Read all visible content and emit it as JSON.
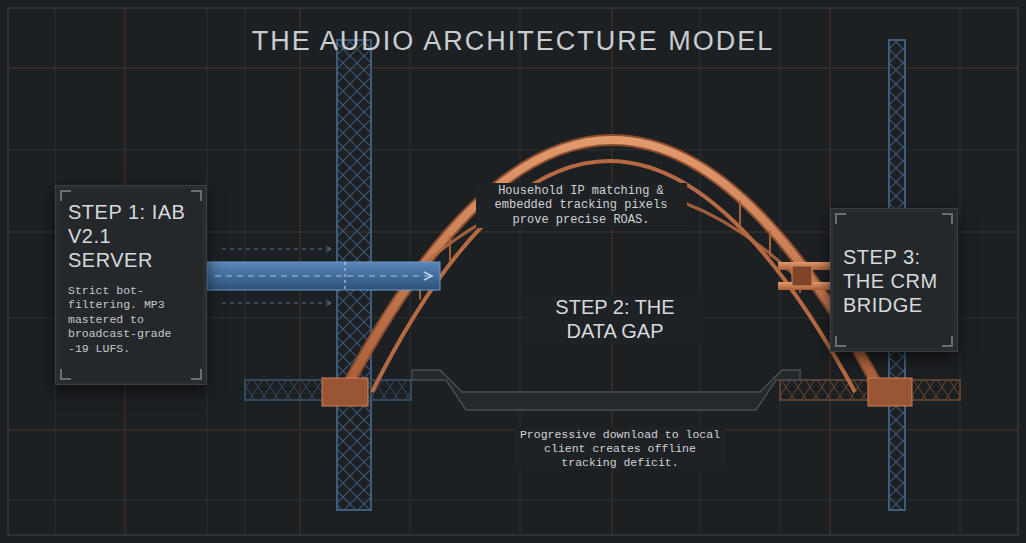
{
  "diagram": {
    "title": "THE AUDIO ARCHITECTURE MODEL",
    "nodes": [
      {
        "text": [
          "STEP 1: IAB V2.1 SERVER",
          "Strict bot-filtering. MP3 mastered to broadcast-grade -19 LUFS."
        ]
      },
      {
        "text": [
          "STEP 3: THE CRM BRIDGE"
        ]
      }
    ],
    "labels": [
      "Household IP matching & embedded tracking pixels prove precise ROAS.",
      "STEP 2: THE DATA GAP",
      "Progressive download to local client creates offline tracking deficit."
    ]
  }
}
